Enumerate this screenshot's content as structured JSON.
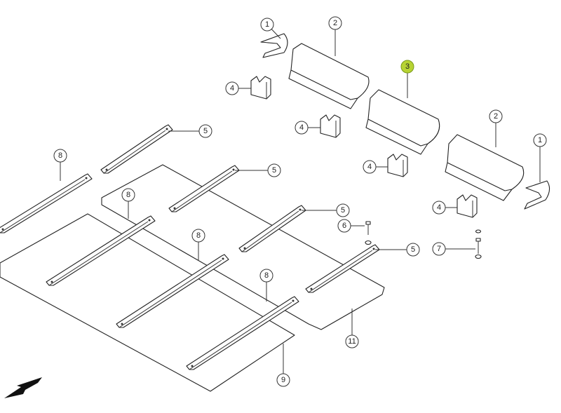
{
  "diagram": {
    "highlight_color": "#b7d333",
    "callouts": [
      {
        "label": "1",
        "highlighted": false
      },
      {
        "label": "2",
        "highlighted": false
      },
      {
        "label": "3",
        "highlighted": true
      },
      {
        "label": "4",
        "highlighted": false
      },
      {
        "label": "2",
        "highlighted": false
      },
      {
        "label": "4",
        "highlighted": false
      },
      {
        "label": "1",
        "highlighted": false
      },
      {
        "label": "4",
        "highlighted": false
      },
      {
        "label": "5",
        "highlighted": false
      },
      {
        "label": "5",
        "highlighted": false
      },
      {
        "label": "8",
        "highlighted": false
      },
      {
        "label": "4",
        "highlighted": false
      },
      {
        "label": "8",
        "highlighted": false
      },
      {
        "label": "5",
        "highlighted": false
      },
      {
        "label": "6",
        "highlighted": false
      },
      {
        "label": "8",
        "highlighted": false
      },
      {
        "label": "7",
        "highlighted": false
      },
      {
        "label": "5",
        "highlighted": false
      },
      {
        "label": "8",
        "highlighted": false
      },
      {
        "label": "11",
        "highlighted": false
      },
      {
        "label": "9",
        "highlighted": false
      }
    ],
    "direction_icon": "arrow-down-left-icon"
  }
}
